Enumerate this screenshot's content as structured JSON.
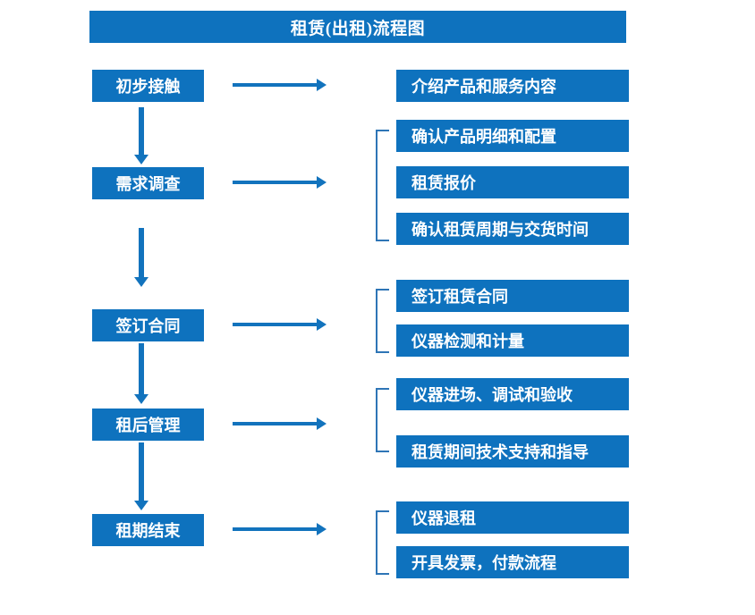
{
  "diagram": {
    "title": "租赁(出租)流程图",
    "colors": {
      "box_blue": "#0E72BE",
      "arrow_blue": "#1273BD",
      "bracket_blue": "#2E75B6",
      "text_white": "#FFFFFF",
      "background": "#FFFFFF"
    },
    "stages": [
      {
        "id": "stage-1",
        "label": "初步接触"
      },
      {
        "id": "stage-2",
        "label": "需求调查"
      },
      {
        "id": "stage-3",
        "label": "签订合同"
      },
      {
        "id": "stage-4",
        "label": "租后管理"
      },
      {
        "id": "stage-5",
        "label": "租期结束"
      }
    ],
    "details": [
      {
        "id": "detail-1-1",
        "label": "介绍产品和服务内容"
      },
      {
        "id": "detail-2-1",
        "label": "确认产品明细和配置"
      },
      {
        "id": "detail-2-2",
        "label": "租赁报价"
      },
      {
        "id": "detail-2-3",
        "label": "确认租赁周期与交货时间"
      },
      {
        "id": "detail-3-1",
        "label": "签订租赁合同"
      },
      {
        "id": "detail-3-2",
        "label": "仪器检测和计量"
      },
      {
        "id": "detail-4-1",
        "label": "仪器进场、调试和验收"
      },
      {
        "id": "detail-4-2",
        "label": "租赁期间技术支持和指导"
      },
      {
        "id": "detail-5-1",
        "label": "仪器退租"
      },
      {
        "id": "detail-5-2",
        "label": "开具发票，付款流程"
      }
    ]
  },
  "chart_data": {
    "type": "diagram",
    "title": "租赁(出租)流程图",
    "nodes": [
      {
        "stage": "初步接触",
        "details": [
          "介绍产品和服务内容"
        ]
      },
      {
        "stage": "需求调查",
        "details": [
          "确认产品明细和配置",
          "租赁报价",
          "确认租赁周期与交货时间"
        ]
      },
      {
        "stage": "签订合同",
        "details": [
          "签订租赁合同",
          "仪器检测和计量"
        ]
      },
      {
        "stage": "租后管理",
        "details": [
          "仪器进场、调试和验收",
          "租赁期间技术支持和指导"
        ]
      },
      {
        "stage": "租期结束",
        "details": [
          "仪器退租",
          "开具发票，付款流程"
        ]
      }
    ],
    "flow": [
      "初步接触",
      "需求调查",
      "签订合同",
      "租后管理",
      "租期结束"
    ]
  }
}
